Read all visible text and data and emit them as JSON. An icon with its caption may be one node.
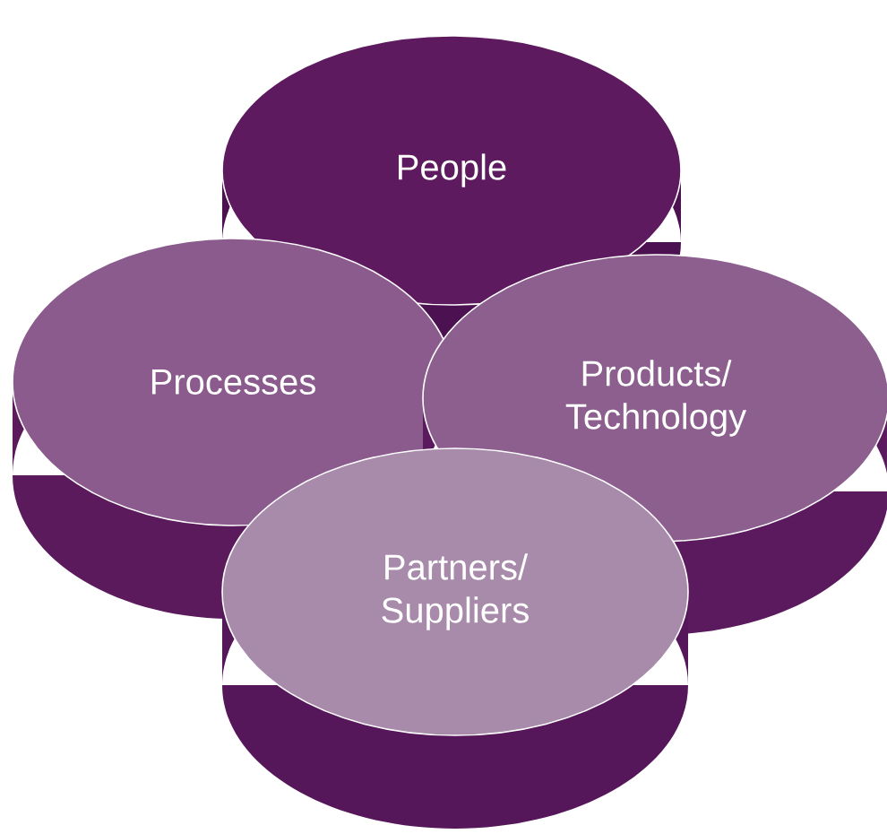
{
  "diagram": {
    "nodes": [
      {
        "text": [
          "People"
        ]
      },
      {
        "text": [
          "Processes"
        ]
      },
      {
        "text": [
          "Products/ Technology"
        ]
      },
      {
        "text": [
          "Partners/ Suppliers"
        ]
      }
    ]
  }
}
